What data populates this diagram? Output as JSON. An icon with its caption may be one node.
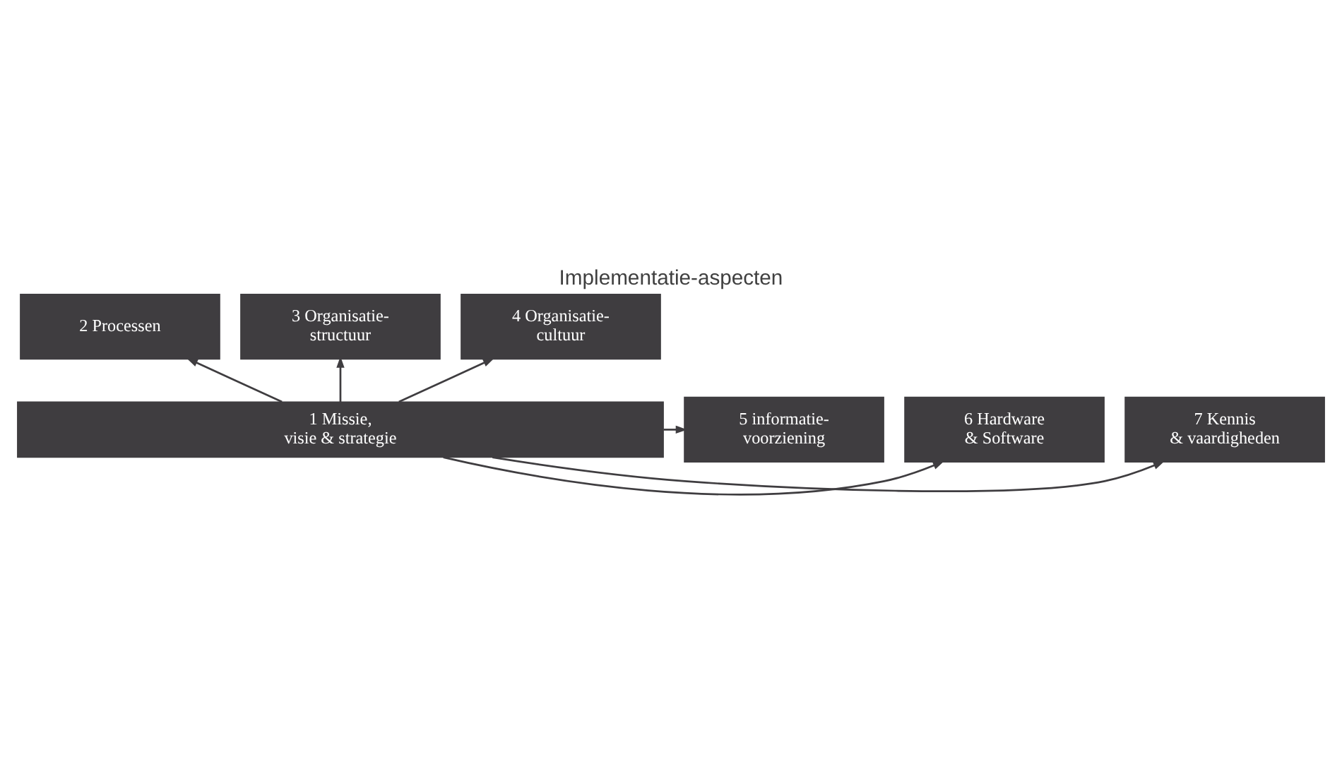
{
  "diagram": {
    "title": "Implementatie-aspecten",
    "nodes": [
      {
        "text": [
          "2 Processen"
        ]
      },
      {
        "text": [
          "3 Organisatie- structuur"
        ]
      },
      {
        "text": [
          "4 Organisatie- cultuur"
        ]
      },
      {
        "text": [
          "1 Missie, visie & strategie"
        ]
      },
      {
        "text": [
          "5 informatie- voorziening"
        ]
      },
      {
        "text": [
          "6 Hardware & Software"
        ]
      },
      {
        "text": [
          "7 Kennis & vaardigheden"
        ]
      }
    ],
    "edges": [
      {
        "from": 3,
        "to": 0,
        "arrow": "to"
      },
      {
        "from": 3,
        "to": 1,
        "arrow": "to"
      },
      {
        "from": 3,
        "to": 2,
        "arrow": "to"
      },
      {
        "from": 3,
        "to": 4,
        "arrow": "to"
      },
      {
        "from": 3,
        "to": 5,
        "arrow": "to"
      },
      {
        "from": 3,
        "to": 6,
        "arrow": "to"
      }
    ]
  }
}
